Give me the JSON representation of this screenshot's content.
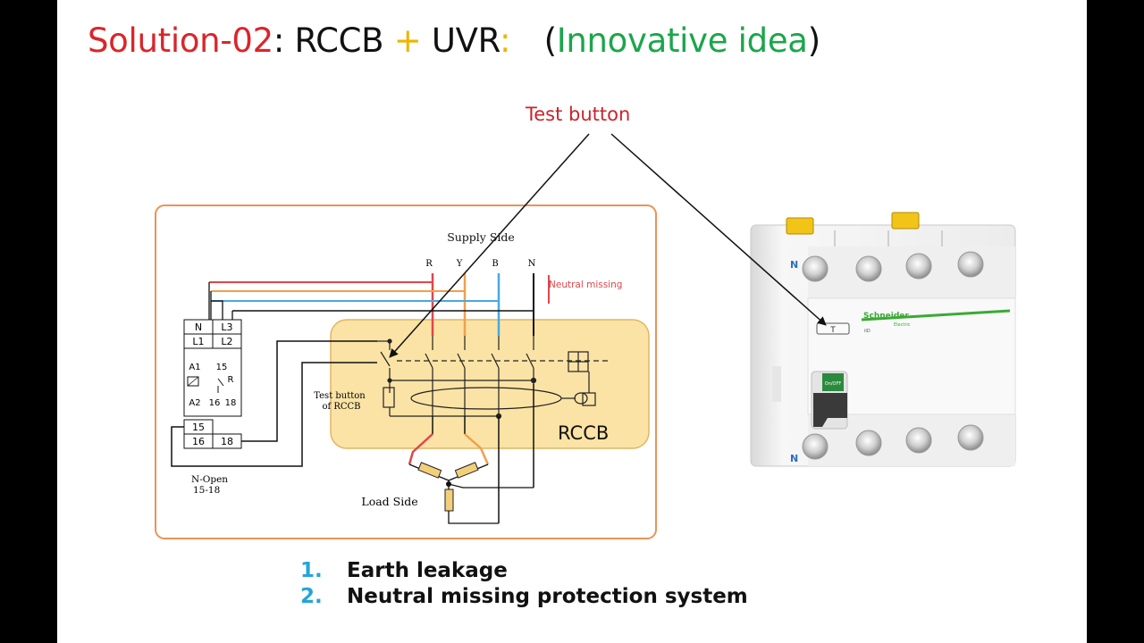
{
  "title": {
    "part1": "Solution-02",
    "sep1": ":",
    "part2": "RCCB",
    "plus": "+",
    "part3": "UVR",
    "sep2": ":",
    "paren_open": "(",
    "innovative": "Innovative idea",
    "paren_close": ")"
  },
  "callout": {
    "test_button": "Test button"
  },
  "diagram": {
    "supply_side": "Supply Side",
    "phases": [
      "R",
      "Y",
      "B",
      "N"
    ],
    "neutral_missing": "Neutral missing",
    "relay": {
      "n": "N",
      "l3": "L3",
      "l1": "L1",
      "l2": "L2",
      "a1": "A1",
      "r15": "15",
      "r": "R",
      "a2": "A2",
      "r16": "16",
      "r18": "18",
      "t15": "15",
      "t16": "16",
      "t18": "18"
    },
    "n_open": "N-Open",
    "n_open_terminals": "15-18",
    "test_button_of": "Test button",
    "of_rccb": "of RCCB",
    "rccb": "RCCB",
    "load_side": "Load Side"
  },
  "device": {
    "brand": "Schneider",
    "brand_sub": "Electric",
    "model": "iID",
    "n_top": "N",
    "n_bottom": "N",
    "handle_text": "On/OFF",
    "test_mark": "T"
  },
  "points": [
    {
      "num": "1.",
      "text": "Earth leakage"
    },
    {
      "num": "2.",
      "text": "Neutral missing protection system"
    }
  ],
  "colors": {
    "title_red": "#d9262b",
    "title_green": "#1aa64a",
    "plus_yellow": "#f0b400",
    "list_number_blue": "#25a5d6",
    "frame_orange": "#e8935a",
    "rccb_fill": "#fbe3a5",
    "wire_red": "#e0464a",
    "wire_orange": "#f0a04b",
    "wire_blue": "#4aa8dc",
    "brand_green": "#3aaa35"
  }
}
